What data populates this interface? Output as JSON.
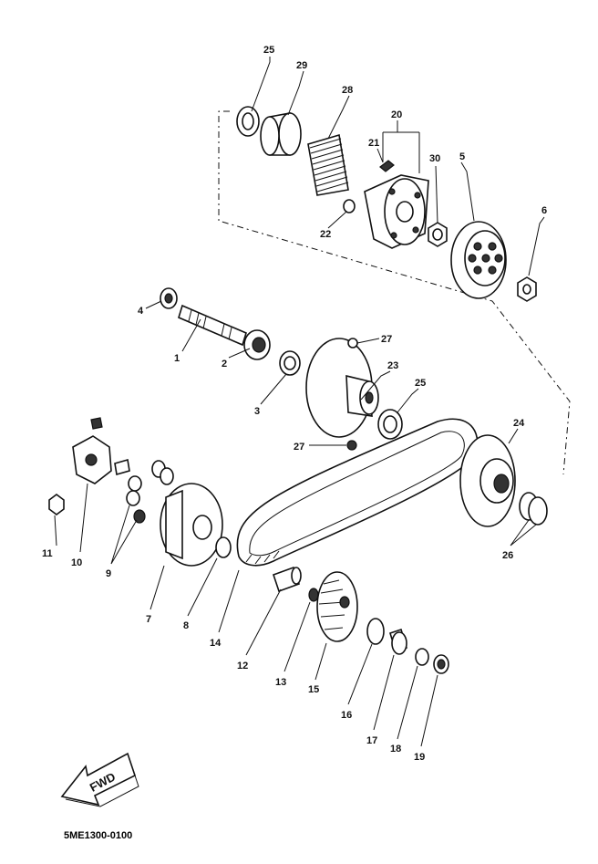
{
  "diagram": {
    "drawing_code": "5ME1300-0100",
    "fwd_label": "FWD",
    "callouts": {
      "c1": "1",
      "c2": "2",
      "c3": "3",
      "c4": "4",
      "c5": "5",
      "c6": "6",
      "c7": "7",
      "c8": "8",
      "c9": "9",
      "c10": "10",
      "c11": "11",
      "c12": "12",
      "c13": "13",
      "c14": "14",
      "c15": "15",
      "c16": "16",
      "c17": "17",
      "c18": "18",
      "c19": "19",
      "c20": "20",
      "c21": "21",
      "c22": "22",
      "c23": "23",
      "c24": "24",
      "c25a": "25",
      "c25b": "25",
      "c26": "26",
      "c27a": "27",
      "c27b": "27",
      "c28": "28",
      "c29": "29",
      "c30": "30"
    }
  }
}
